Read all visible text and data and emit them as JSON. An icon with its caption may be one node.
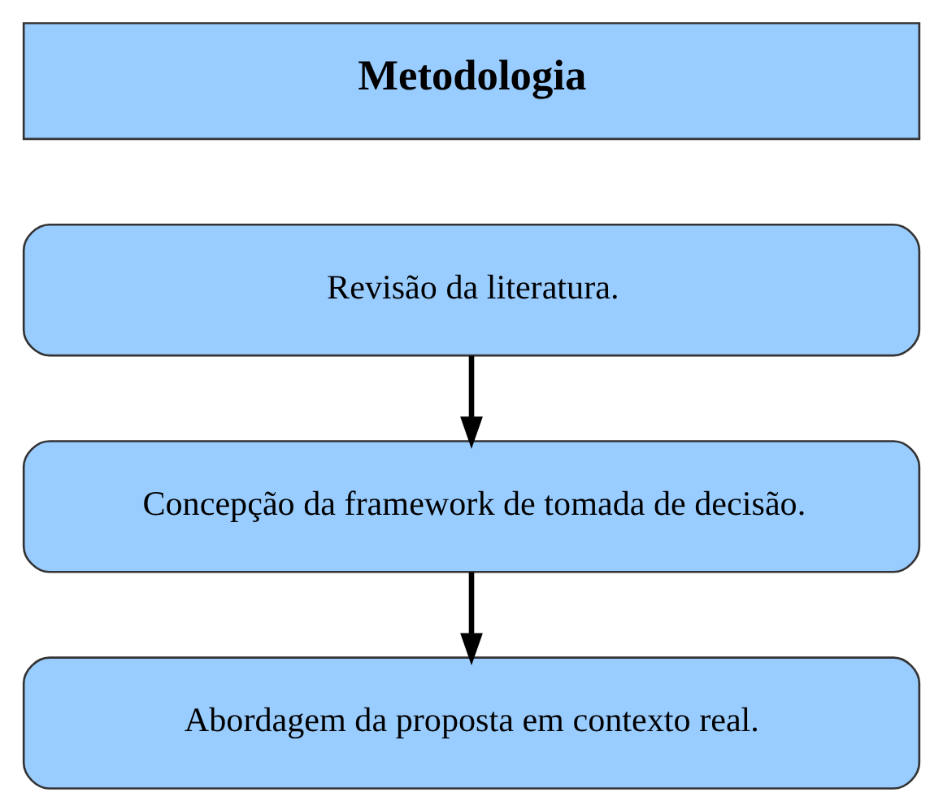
{
  "diagram": {
    "nodes": [
      {
        "text": [
          "Metodologia"
        ]
      },
      {
        "text": [
          "Revisão da literatura."
        ]
      },
      {
        "text": [
          "Concepção da framework de tomada de decisão."
        ]
      },
      {
        "text": [
          "Abordagem da proposta em contexto real."
        ]
      }
    ],
    "edges": [
      {
        "from": 1,
        "to": 2,
        "arrow": "to"
      },
      {
        "from": 2,
        "to": 3,
        "arrow": "to"
      }
    ]
  }
}
